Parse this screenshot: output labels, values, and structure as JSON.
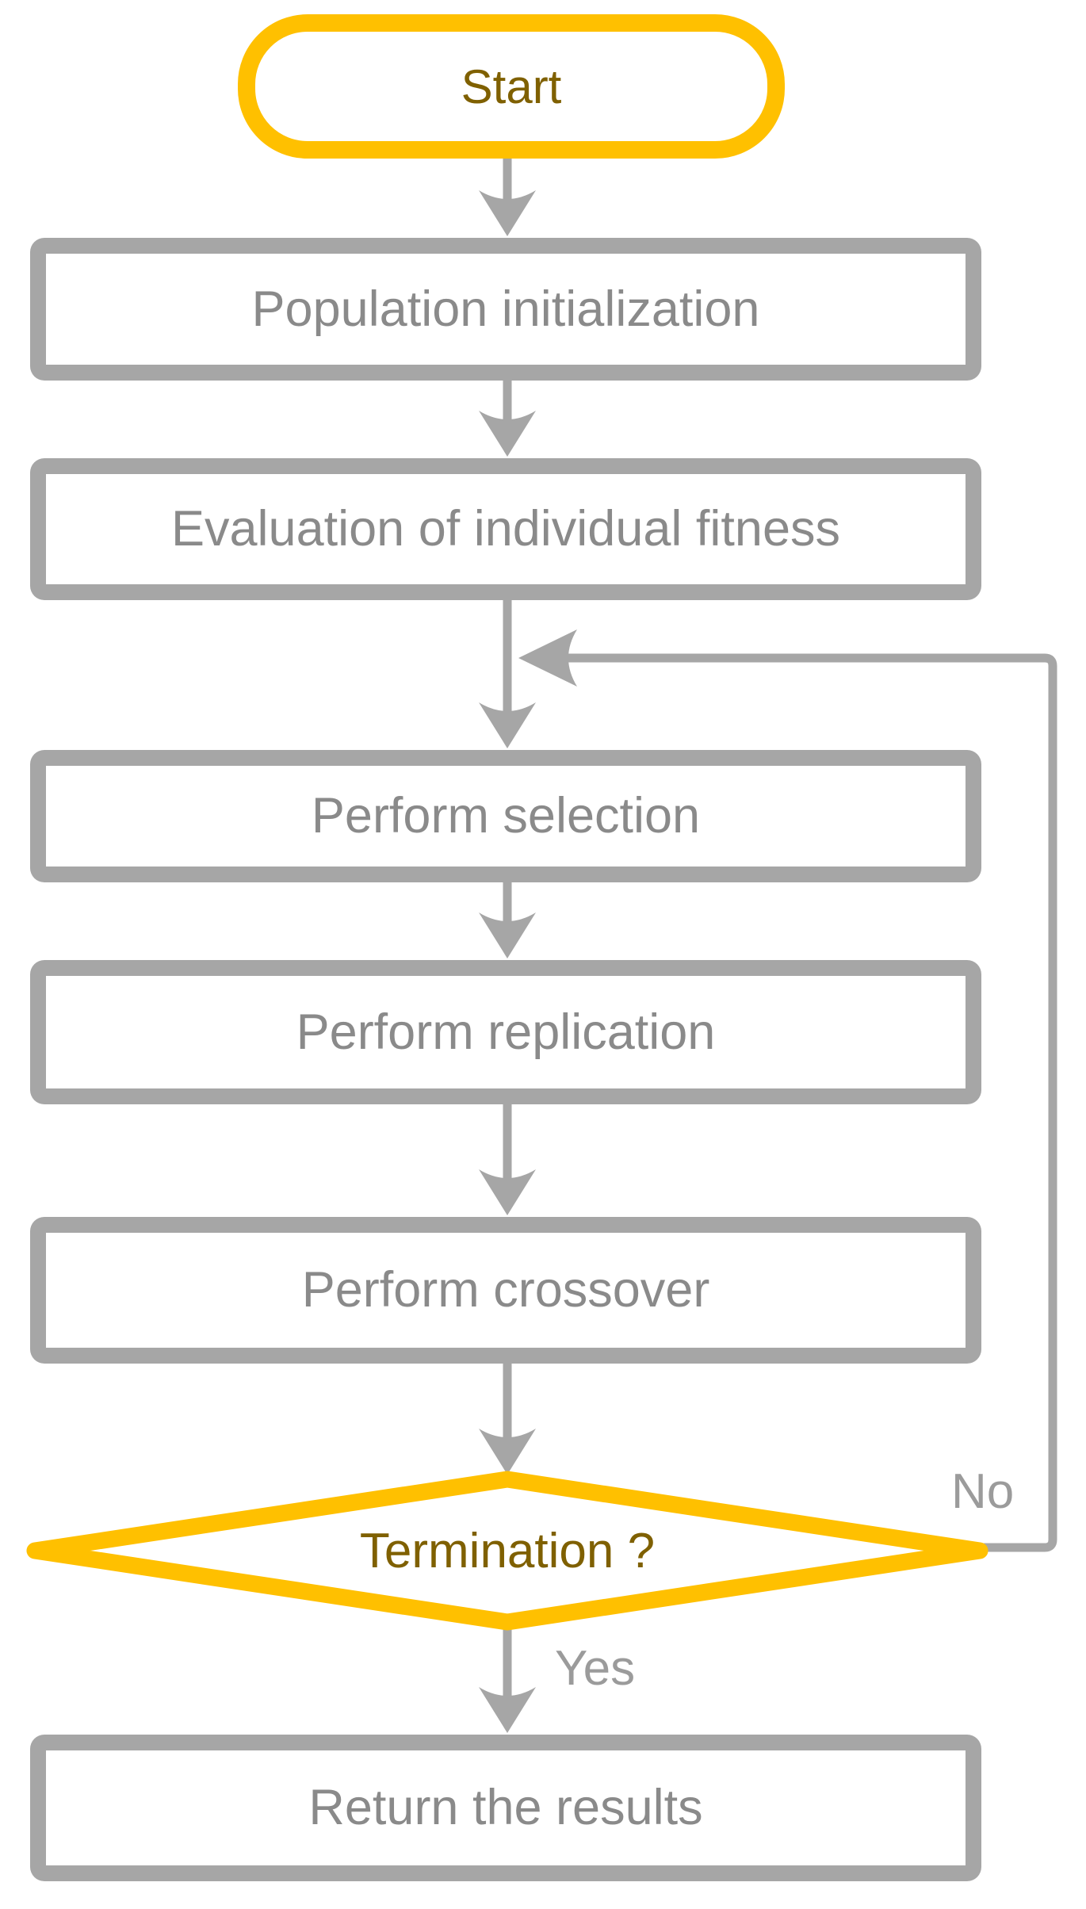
{
  "flowchart": {
    "nodes": [
      {
        "id": "start",
        "type": "terminator",
        "label": "Start"
      },
      {
        "id": "population-initialization",
        "type": "process",
        "label": "Population initialization"
      },
      {
        "id": "evaluation-of-individual-fitness",
        "type": "process",
        "label": "Evaluation of individual fitness"
      },
      {
        "id": "perform-selection",
        "type": "process",
        "label": "Perform selection"
      },
      {
        "id": "perform-replication",
        "type": "process",
        "label": "Perform replication"
      },
      {
        "id": "perform-crossover",
        "type": "process",
        "label": "Perform crossover"
      },
      {
        "id": "termination-decision",
        "type": "decision",
        "label": "Termination ?"
      },
      {
        "id": "return-the-results",
        "type": "process",
        "label": "Return the results"
      }
    ],
    "edges": {
      "no_label": "No",
      "yes_label": "Yes"
    },
    "colors": {
      "accent": "#FFC000",
      "accent_text": "#7F6000",
      "connector_gray": "#A6A6A6",
      "process_text": "#8A8A8A",
      "edge_label_text": "#9B9B9B",
      "background": "#FFFFFF"
    }
  }
}
